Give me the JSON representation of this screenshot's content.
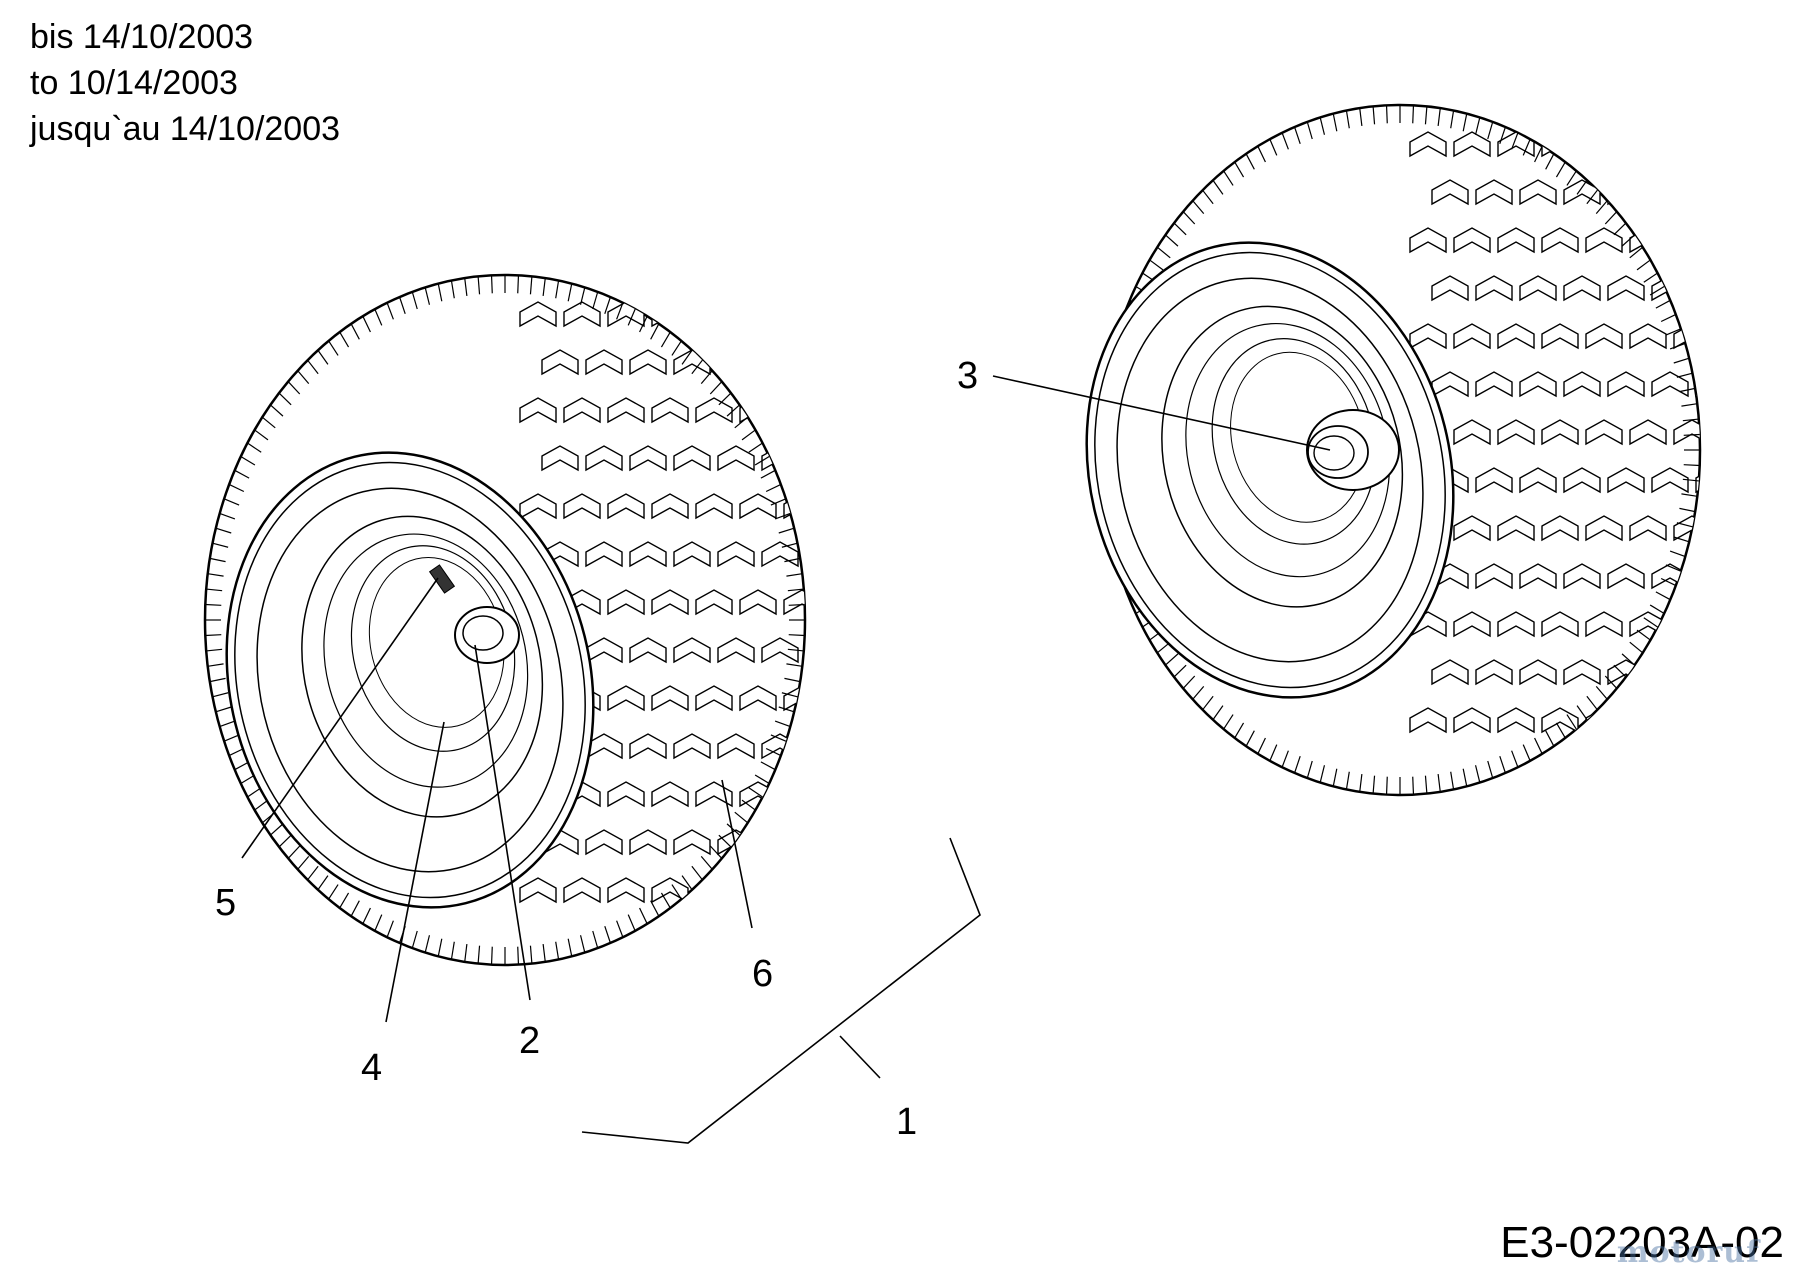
{
  "validity_dates": [
    "bis 14/10/2003",
    "to 10/14/2003",
    "jusqu`au 14/10/2003"
  ],
  "callouts": {
    "c1": "1",
    "c2": "2",
    "c3": "3",
    "c4": "4",
    "c5": "5",
    "c6": "6"
  },
  "reference_code": "E3-02203A-02",
  "watermark": "motoruf",
  "colors": {
    "line": "#000000",
    "background": "#ffffff",
    "watermark": "#466ea0"
  }
}
